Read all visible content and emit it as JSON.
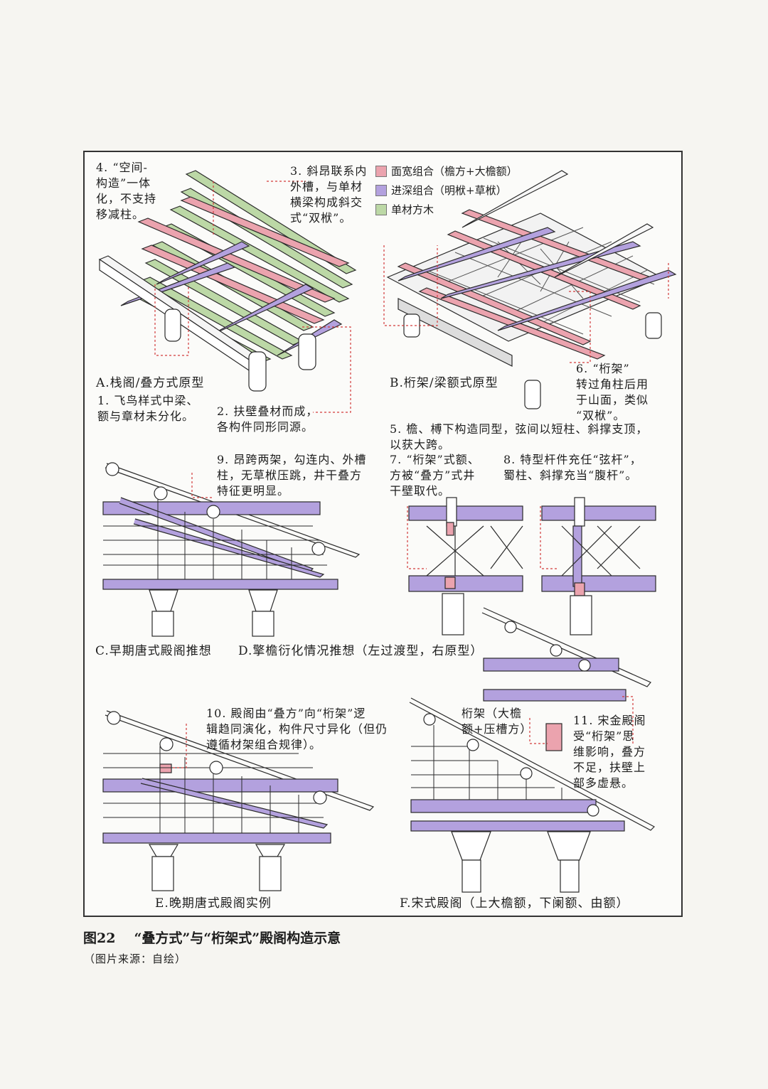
{
  "colors": {
    "red": "#eba3ae",
    "purple": "#b3a1de",
    "green": "#bcd8a6",
    "line": "#2a2a2a",
    "guide": "#d23a3a"
  },
  "legend": [
    {
      "label": "面宽组合（檐方+大檐额）",
      "color": "red",
      "icon": "pink-swatch"
    },
    {
      "label": "进深组合（明栿+草栿）",
      "color": "purple",
      "icon": "purple-swatch"
    },
    {
      "label": "单材方木",
      "color": "green",
      "icon": "green-swatch"
    }
  ],
  "notes": {
    "n1": "1. 飞鸟样式中梁、\n额与章材未分化。",
    "n2": "2. 扶壁叠材而成，\n各构件同形同源。",
    "n3": "3. 斜昂联系内\n外槽，与单材\n横梁构成斜交\n式“双栿”。",
    "n4": "4. “空间-\n构造”一体\n化，不支持\n移减柱。",
    "n5": "5. 檐、榑下构造同型，弦间以短柱、斜撑支顶，\n以获大跨。",
    "n6": "6. “桁架”\n转过角柱后用\n于山面，类似\n“双栿”。",
    "n7": "7. “桁架”式额、\n方被“叠方”式井\n干壁取代。",
    "n8": "8. 特型杆件充任“弦杆”，\n蜀柱、斜撑充当“腹杆”。",
    "n9": "9. 昂跨两架，勾连内、外槽\n柱，无草栿压跳，井干叠方\n特征更明显。",
    "n10": "10. 殿阁由“叠方”向“桁架”逻\n辑趋同演化，构件尺寸异化（但仍\n遵循材架组合规律）。",
    "n11": "11. 宋金殿阁\n受“桁架”思\n维影响，叠方\n不足，扶壁上\n部多虚悬。",
    "nF": "桁架（大檐\n额+压槽方）"
  },
  "captions": {
    "A": "A.栈阁/叠方式原型",
    "B": "B.桁架/梁额式原型",
    "C": "C.早期唐式殿阁推想",
    "D": "D.擎檐衍化情况推想（左过渡型，右原型）",
    "E": "E.晚期唐式殿阁实例",
    "F": "F.宋式殿阁（上大檐额，下阑额、由额）"
  },
  "figure": {
    "number": "图22",
    "title": "“叠方式”与“桁架式”殿阁构造示意",
    "source": "（图片来源：自绘）"
  }
}
